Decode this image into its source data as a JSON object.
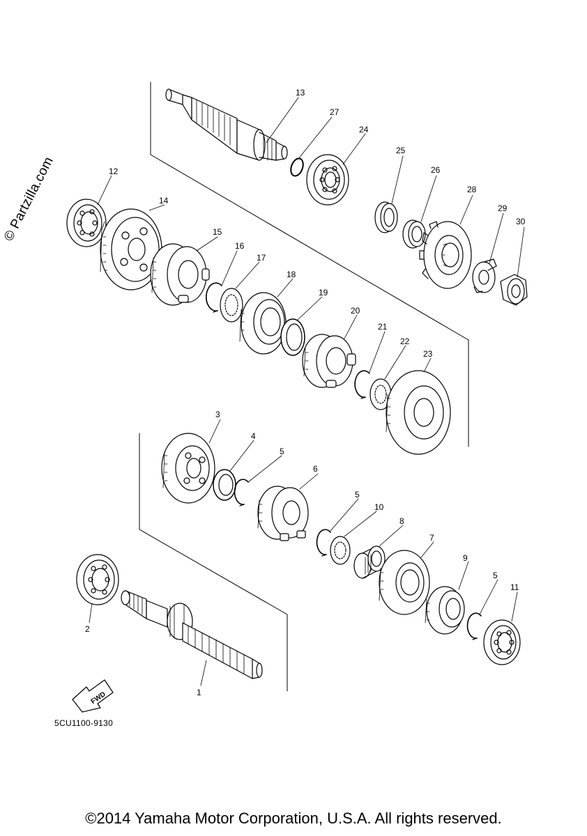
{
  "watermark": "© Partzilla.com",
  "diagram_code": "5CU1100-9130",
  "copyright": "©2014 Yamaha Motor Corporation, U.S.A. All rights reserved.",
  "fwd_label": "FWD",
  "callouts": {
    "n1": "1",
    "n2": "2",
    "n3": "3",
    "n4": "4",
    "n5a": "5",
    "n5b": "5",
    "n5c": "5",
    "n6": "6",
    "n7": "7",
    "n8": "8",
    "n9": "9",
    "n10": "10",
    "n11": "11",
    "n12": "12",
    "n13": "13",
    "n14": "14",
    "n15": "15",
    "n16": "16",
    "n17": "17",
    "n18": "18",
    "n19": "19",
    "n20": "20",
    "n21": "21",
    "n22": "22",
    "n23": "23",
    "n24": "24",
    "n25": "25",
    "n26": "26",
    "n27": "27",
    "n28": "28",
    "n29": "29",
    "n30": "30"
  }
}
